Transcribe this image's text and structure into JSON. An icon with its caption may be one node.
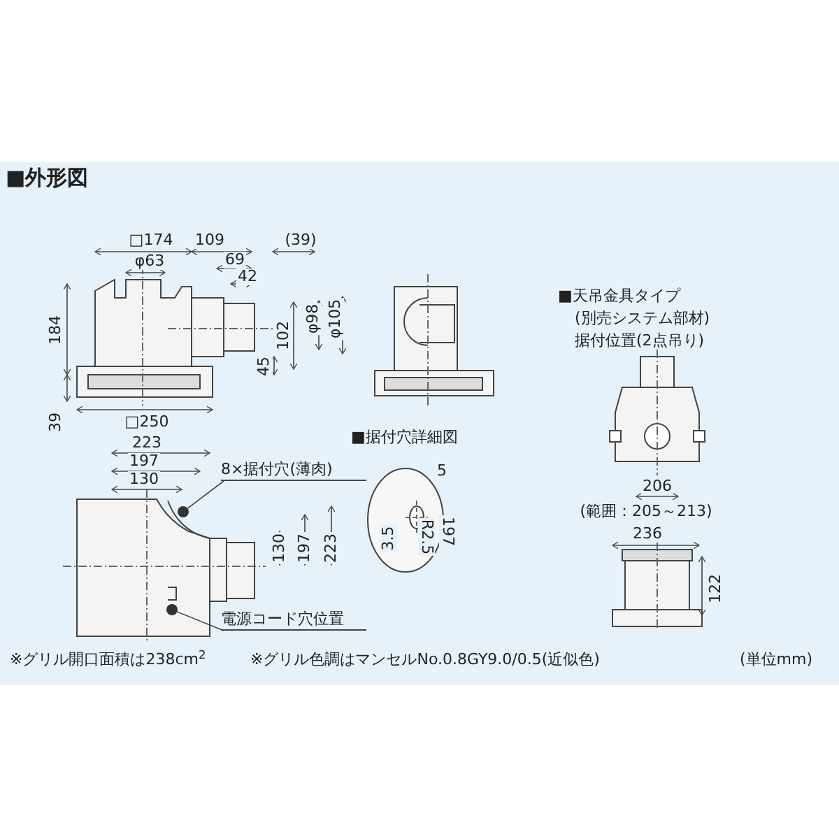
{
  "diagram": {
    "title": "■外形図",
    "nodes": [
      {
        "text": [
          "8×据付穴(薄肉)"
        ]
      },
      {
        "text": [],
        "shape": "circle"
      },
      {
        "text": [
          "電源コード穴位置"
        ]
      },
      {
        "text": [],
        "shape": "circle"
      }
    ],
    "edges": [
      {
        "from": 0,
        "to": 1,
        "arrow": "none"
      },
      {
        "from": 2,
        "to": 3,
        "arrow": "none"
      }
    ],
    "labels": [
      "□174",
      "109",
      "(39)",
      "φ63",
      "69",
      "42",
      "184",
      "102",
      "φ98",
      "φ105",
      "45",
      "39",
      "□250",
      "■天吊金具タイプ",
      "(別売システム部材)",
      "据付位置(2点吊り)",
      "223",
      "197",
      "130",
      "■据付穴詳細図",
      "5",
      "3.5",
      "R2.5",
      "197",
      "206",
      "(範囲：205～213)",
      "236",
      "122",
      "130",
      "197",
      "223",
      "※グリル開口面積は238cm$^{2}$",
      "※グリル色調はマンセルNo.0.8GY9.0/0.5(近似色)",
      "(単位mm)"
    ]
  }
}
